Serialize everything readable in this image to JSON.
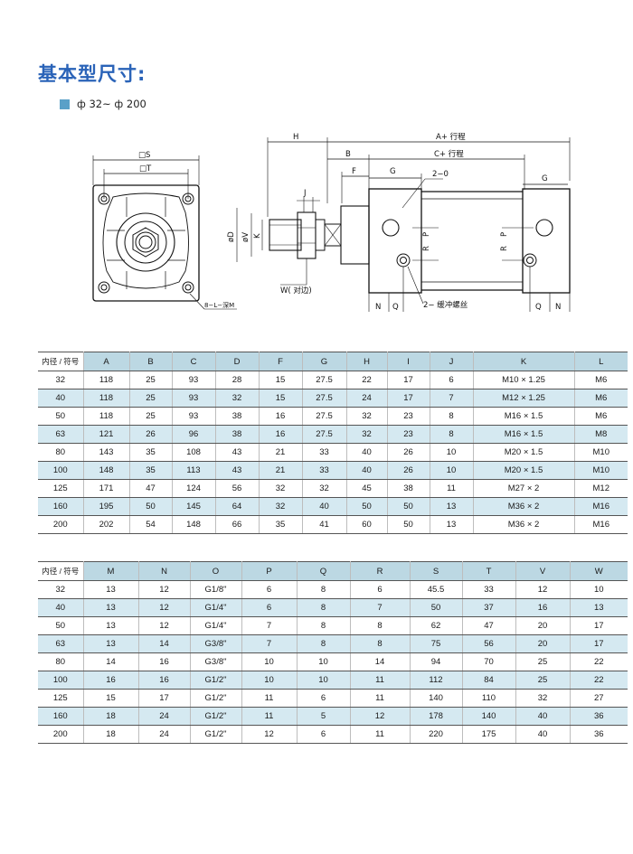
{
  "page": {
    "title": "基本型尺寸:",
    "range": "ф 32~ ф 200"
  },
  "drawing": {
    "labels": {
      "S": "□S",
      "T": "□T",
      "L_depth": "8−L−深M",
      "H": "H",
      "A": "A+ 行程",
      "B": "B",
      "C": "C+ 行程",
      "F": "F",
      "G": "G",
      "G2": "G",
      "O": "2−0",
      "J": "J",
      "D": "øD",
      "V": "øV",
      "K": "K",
      "R": "R",
      "P": "P",
      "R2": "R",
      "P2": "P",
      "W": "W( 对边)",
      "N": "N",
      "Q": "Q",
      "Q2": "Q",
      "N2": "N",
      "cushion": "2− 缓冲螺丝"
    }
  },
  "table1": {
    "headers": [
      "内径 / 符号",
      "A",
      "B",
      "C",
      "D",
      "F",
      "G",
      "H",
      "I",
      "J",
      "K",
      "L"
    ],
    "rows": [
      [
        "32",
        "118",
        "25",
        "93",
        "28",
        "15",
        "27.5",
        "22",
        "17",
        "6",
        "M10 × 1.25",
        "M6"
      ],
      [
        "40",
        "118",
        "25",
        "93",
        "32",
        "15",
        "27.5",
        "24",
        "17",
        "7",
        "M12 × 1.25",
        "M6"
      ],
      [
        "50",
        "118",
        "25",
        "93",
        "38",
        "16",
        "27.5",
        "32",
        "23",
        "8",
        "M16 × 1.5",
        "M6"
      ],
      [
        "63",
        "121",
        "26",
        "96",
        "38",
        "16",
        "27.5",
        "32",
        "23",
        "8",
        "M16 × 1.5",
        "M8"
      ],
      [
        "80",
        "143",
        "35",
        "108",
        "43",
        "21",
        "33",
        "40",
        "26",
        "10",
        "M20 × 1.5",
        "M10"
      ],
      [
        "100",
        "148",
        "35",
        "113",
        "43",
        "21",
        "33",
        "40",
        "26",
        "10",
        "M20 × 1.5",
        "M10"
      ],
      [
        "125",
        "171",
        "47",
        "124",
        "56",
        "32",
        "32",
        "45",
        "38",
        "11",
        "M27 × 2",
        "M12"
      ],
      [
        "160",
        "195",
        "50",
        "145",
        "64",
        "32",
        "40",
        "50",
        "50",
        "13",
        "M36 × 2",
        "M16"
      ],
      [
        "200",
        "202",
        "54",
        "148",
        "66",
        "35",
        "41",
        "60",
        "50",
        "13",
        "M36 × 2",
        "M16"
      ]
    ]
  },
  "table2": {
    "headers": [
      "内径 / 符号",
      "M",
      "N",
      "O",
      "P",
      "Q",
      "R",
      "S",
      "T",
      "V",
      "W"
    ],
    "rows": [
      [
        "32",
        "13",
        "12",
        "G1/8\"",
        "6",
        "8",
        "6",
        "45.5",
        "33",
        "12",
        "10"
      ],
      [
        "40",
        "13",
        "12",
        "G1/4\"",
        "6",
        "8",
        "7",
        "50",
        "37",
        "16",
        "13"
      ],
      [
        "50",
        "13",
        "12",
        "G1/4\"",
        "7",
        "8",
        "8",
        "62",
        "47",
        "20",
        "17"
      ],
      [
        "63",
        "13",
        "14",
        "G3/8\"",
        "7",
        "8",
        "8",
        "75",
        "56",
        "20",
        "17"
      ],
      [
        "80",
        "14",
        "16",
        "G3/8\"",
        "10",
        "10",
        "14",
        "94",
        "70",
        "25",
        "22"
      ],
      [
        "100",
        "16",
        "16",
        "G1/2\"",
        "10",
        "10",
        "11",
        "112",
        "84",
        "25",
        "22"
      ],
      [
        "125",
        "15",
        "17",
        "G1/2\"",
        "11",
        "6",
        "11",
        "140",
        "110",
        "32",
        "27"
      ],
      [
        "160",
        "18",
        "24",
        "G1/2\"",
        "11",
        "5",
        "12",
        "178",
        "140",
        "40",
        "36"
      ],
      [
        "200",
        "18",
        "24",
        "G1/2\"",
        "12",
        "6",
        "11",
        "220",
        "175",
        "40",
        "36"
      ]
    ]
  }
}
